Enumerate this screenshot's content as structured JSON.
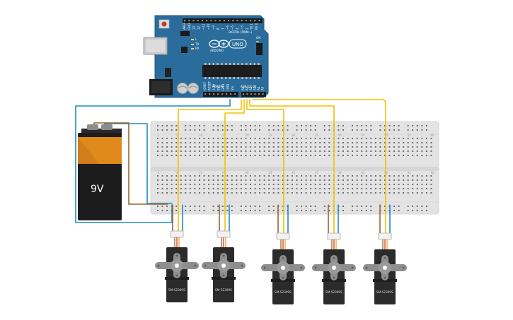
{
  "board": {
    "brand": "ARDUINO",
    "model": "UNO",
    "digital_header_label": "DIGITAL (PWM~)",
    "power_header_label": "POWER",
    "analog_header_label": "ANALOG IN",
    "led_labels": [
      "TX",
      "RX"
    ],
    "on_label": "ON",
    "l_label": "L",
    "digital_pins": [
      "AREF",
      "GND",
      "13",
      "12",
      "~11",
      "~10",
      "~9",
      "8",
      "7",
      "~6",
      "~5",
      "4",
      "~3",
      "2",
      "TX 1",
      "RX 0"
    ],
    "power_pins": [
      "IOREF",
      "RESET",
      "3.3V",
      "5V",
      "GND",
      "GND",
      "Vin"
    ],
    "analog_pins": [
      "A0",
      "A1",
      "A2",
      "A3",
      "A4",
      "A5"
    ]
  },
  "battery": {
    "label": "9V"
  },
  "servos": [
    {
      "label": "SM-S2309S"
    },
    {
      "label": "SM-S2309S"
    },
    {
      "label": "SM-S2309S"
    },
    {
      "label": "SM-S2309S"
    },
    {
      "label": "SM-S2309S"
    }
  ],
  "breadboard": {
    "column_numbers": [
      "1",
      "5",
      "10",
      "15",
      "20",
      "25",
      "30",
      "35",
      "40",
      "45",
      "50",
      "55",
      "60"
    ]
  },
  "colors": {
    "board_blue": "#2a6d9c",
    "breadboard": "#e4e4e4",
    "signal_wire": "#f2c200",
    "power_wire_blue": "#1f8bc4",
    "ground_wire_brown": "#9a6330",
    "servo_body": "#2b2b2b",
    "servo_horn": "#8e8e8e",
    "battery_orange": "#e08a1c"
  }
}
